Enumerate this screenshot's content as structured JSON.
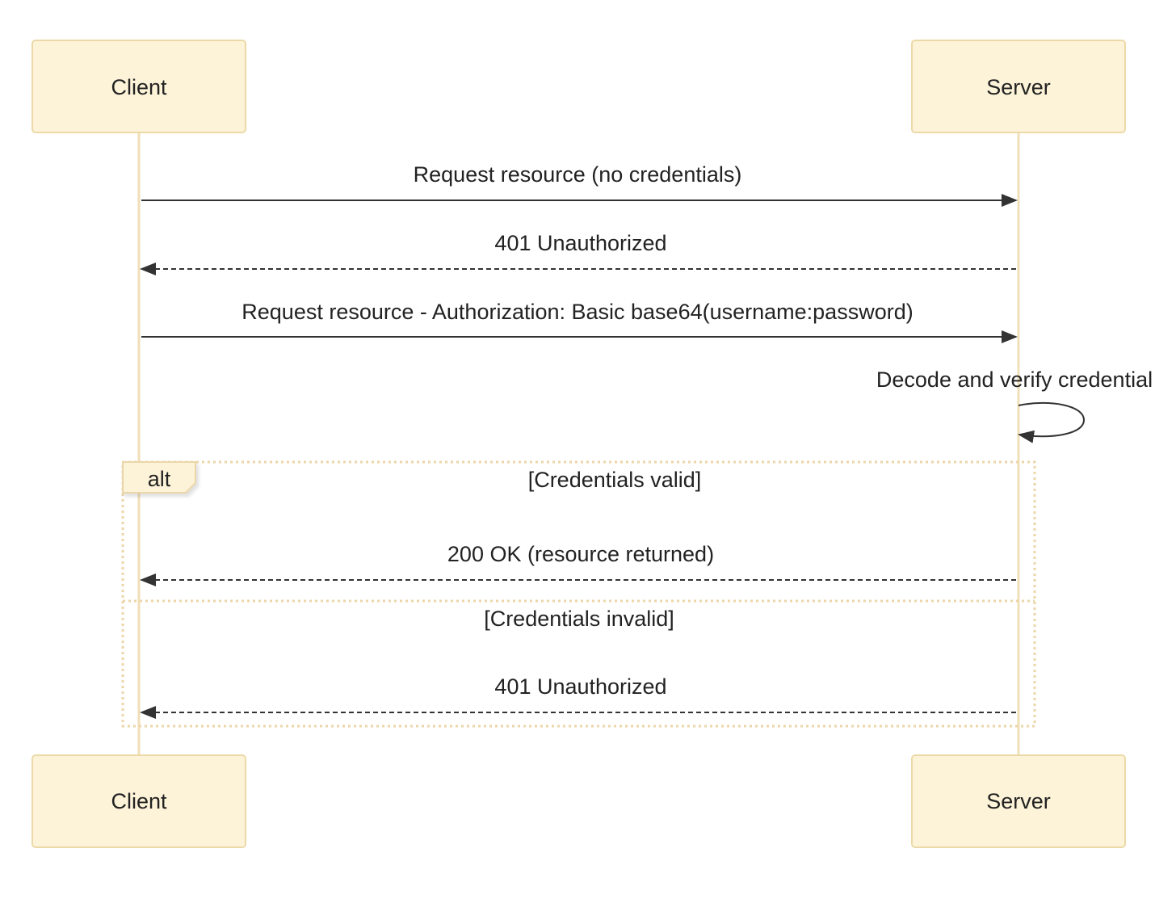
{
  "participants": [
    {
      "id": "client",
      "label": "Client"
    },
    {
      "id": "server",
      "label": "Server"
    }
  ],
  "messages": [
    {
      "id": "msg-request-no-credentials",
      "label": "Request resource (no credentials)",
      "from": "client",
      "to": "server",
      "style": "solid"
    },
    {
      "id": "msg-401-first",
      "label": "401 Unauthorized",
      "from": "server",
      "to": "client",
      "style": "dashed"
    },
    {
      "id": "msg-request-with-auth",
      "label": "Request resource - Authorization: Basic base64(username:password)",
      "from": "client",
      "to": "server",
      "style": "solid"
    },
    {
      "id": "msg-decode-verify",
      "label": "Decode and verify credential",
      "from": "server",
      "to": "server",
      "style": "self"
    }
  ],
  "alt_block": {
    "tag": "alt",
    "sections": [
      {
        "guard": "[Credentials valid]",
        "message": {
          "id": "msg-200-ok",
          "label": "200 OK (resource returned)",
          "from": "server",
          "to": "client",
          "style": "dashed"
        }
      },
      {
        "guard": "[Credentials invalid]",
        "message": {
          "id": "msg-401-invalid",
          "label": "401 Unauthorized",
          "from": "server",
          "to": "client",
          "style": "dashed"
        }
      }
    ]
  },
  "colors": {
    "actor_fill": "#fdf3d8",
    "actor_stroke": "#ecd9a8",
    "lifeline": "#f0dfb8",
    "arrow": "#333333",
    "alt_border": "#ebd6a9",
    "alt_tag_fill": "#fdf3d8"
  }
}
